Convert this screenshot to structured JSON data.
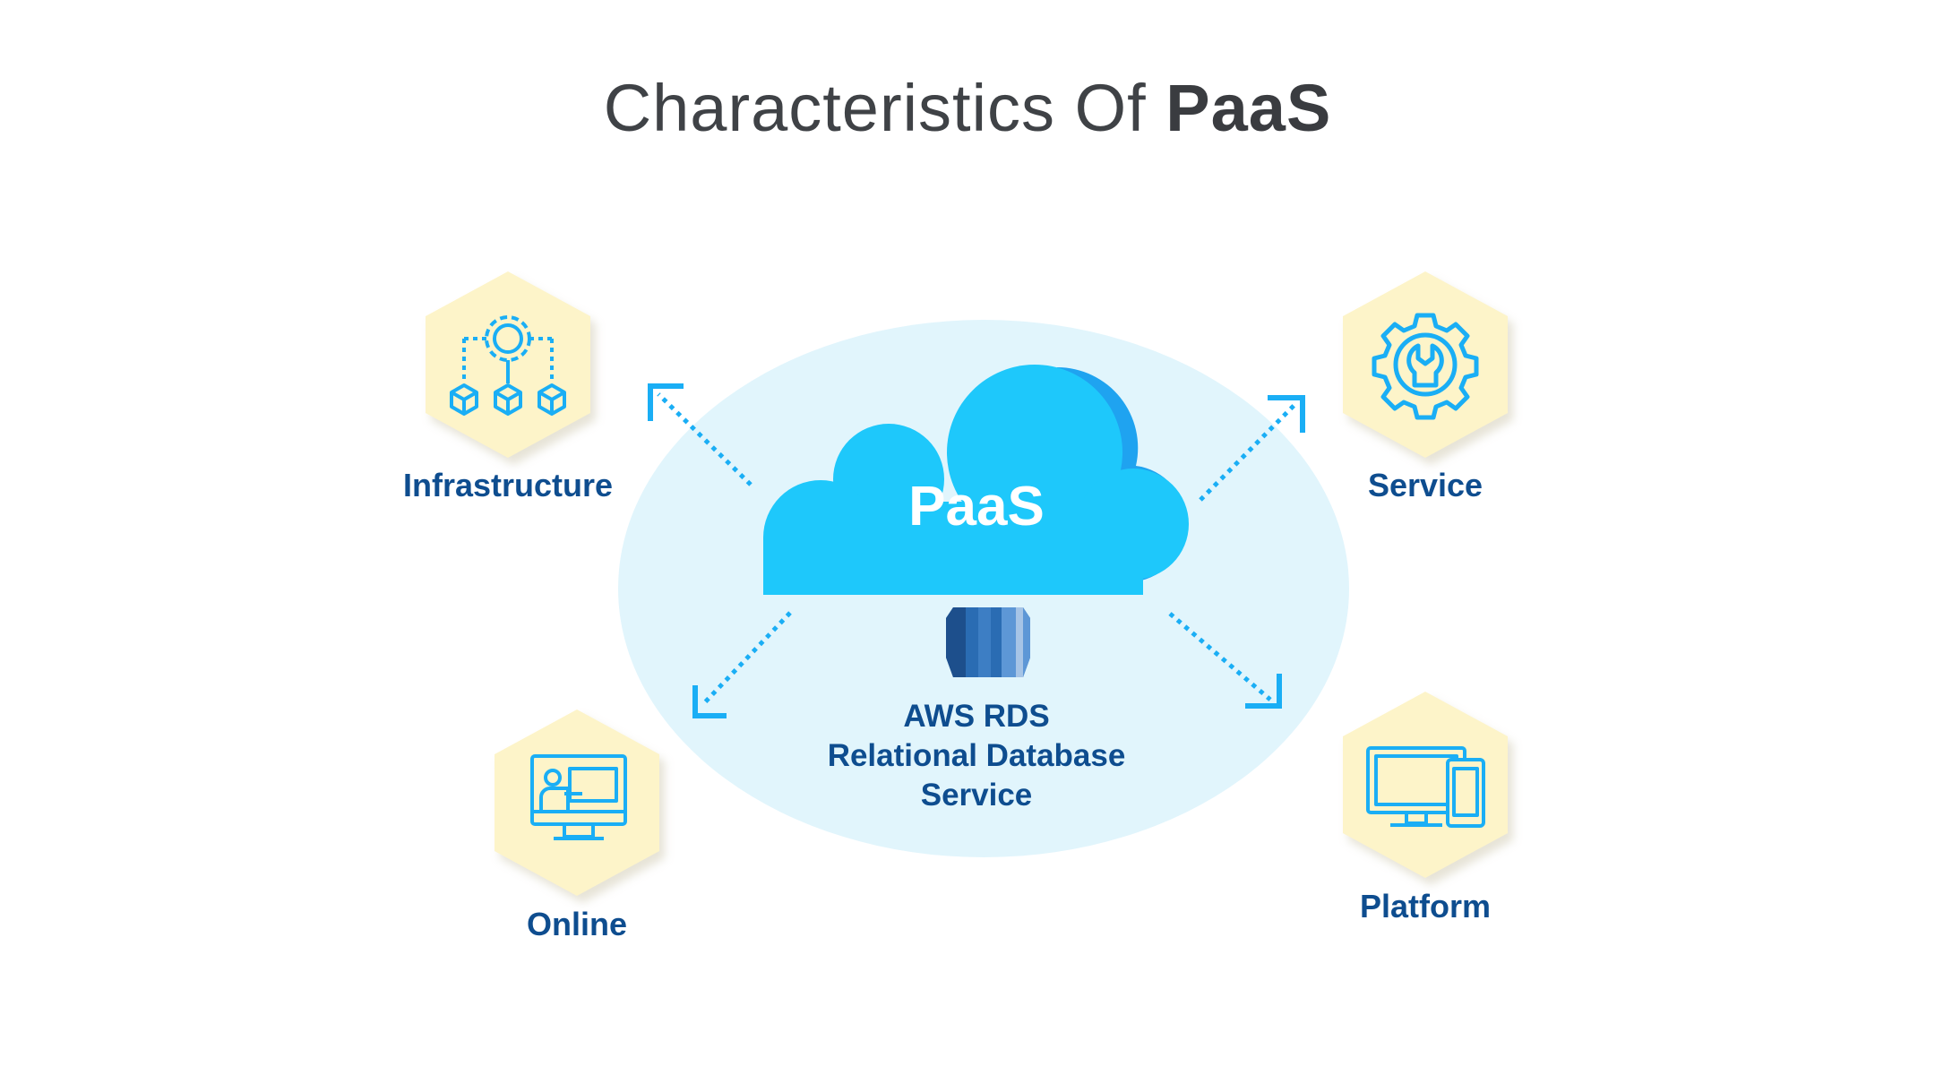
{
  "title": {
    "regular": "Characteristics Of ",
    "bold": "PaaS"
  },
  "center": {
    "cloud_label": "PaaS",
    "service_name": "AWS RDS",
    "service_line1": "Relational Database",
    "service_line2": "Service"
  },
  "nodes": {
    "infrastructure": {
      "label": "Infrastructure",
      "icon": "infrastructure-network-icon"
    },
    "service": {
      "label": "Service",
      "icon": "gear-wrench-icon"
    },
    "online": {
      "label": "Online",
      "icon": "online-meeting-monitor-icon"
    },
    "platform": {
      "label": "Platform",
      "icon": "monitor-mobile-icon"
    }
  },
  "colors": {
    "title": "#3f4246",
    "label": "#0e4d8f",
    "hexagon": "#fdf4c9",
    "ellipse": "#e1f5fc",
    "cloud": "#1ec8fb",
    "cloud_shadow": "#1fa3f0",
    "arrow": "#1aaef5",
    "icon": "#1aaef5"
  }
}
